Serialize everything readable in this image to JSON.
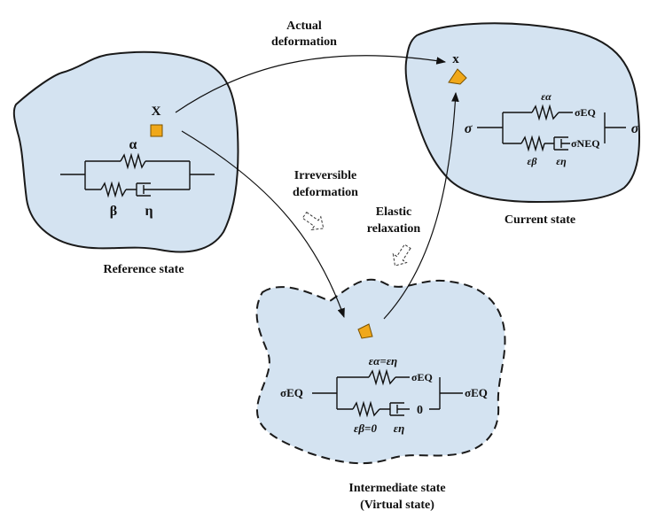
{
  "diagram": {
    "arrows": {
      "actual": [
        "Actual",
        "deformation"
      ],
      "irreversible": [
        "Irreversible",
        "deformation"
      ],
      "elastic": [
        "Elastic",
        "relaxation"
      ]
    },
    "reference": {
      "state_label": "Reference state",
      "point_label": "X",
      "alpha": "α",
      "beta": "β",
      "eta": "η"
    },
    "current": {
      "state_label": "Current state",
      "point_label": "x",
      "eps_alpha": "εα",
      "sigma_eq": "σEQ",
      "eps_beta": "εβ",
      "eps_eta": "εη",
      "sigma_neq": "σNEQ",
      "sigma_left": "σ",
      "sigma_right": "σ"
    },
    "intermediate": {
      "state_label_1": "Intermediate state",
      "state_label_2": "(Virtual state)",
      "eps_alpha_eq": "εα=εη",
      "sigma_eq_top": "σEQ",
      "sigma_eq_left": "σEQ",
      "sigma_eq_right": "σEQ",
      "eps_beta_zero": "εβ=0",
      "eps_eta": "εη",
      "zero": "0"
    },
    "colors": {
      "region_fill": "#d4e3f1",
      "marker": "#f0a81a",
      "outline": "#1a1a1a"
    }
  }
}
